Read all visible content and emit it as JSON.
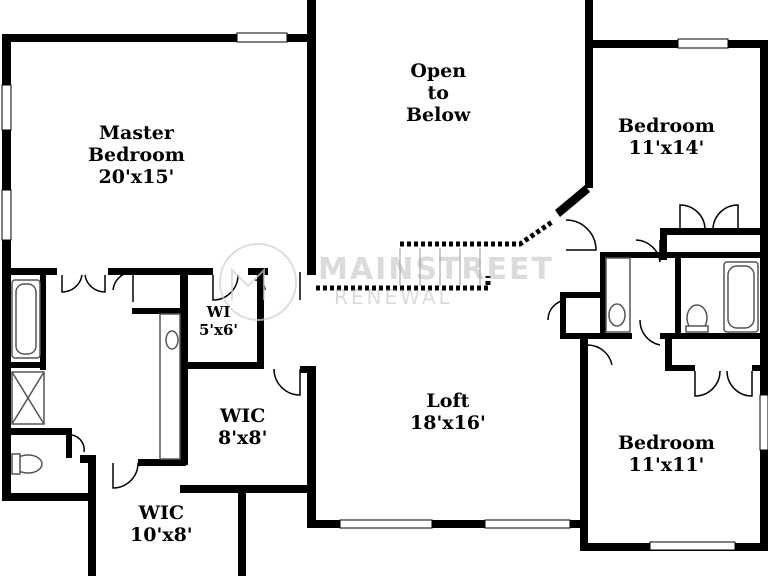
{
  "rooms": {
    "master": {
      "name": "Master",
      "name2": "Bedroom",
      "size": "20'x15'"
    },
    "open": {
      "l1": "Open",
      "l2": "to",
      "l3": "Below"
    },
    "bed1": {
      "name": "Bedroom",
      "size": "11'x14'"
    },
    "bed2": {
      "name": "Bedroom",
      "size": "11'x11'"
    },
    "loft": {
      "name": "Loft",
      "size": "18'x16'"
    },
    "wic1": {
      "name": "WIC",
      "size": "8'x8'"
    },
    "wic2": {
      "name": "WIC",
      "size": "10'x8'"
    },
    "wic3": {
      "name": "WI",
      "size": "5'x6'"
    }
  },
  "watermark": {
    "line1": "MAINSTREET",
    "line2": "RENEWAL"
  },
  "colors": {
    "wall": "#000000",
    "background": "#ffffff",
    "fixture": "#555555",
    "watermark": "#9a9a9a"
  }
}
